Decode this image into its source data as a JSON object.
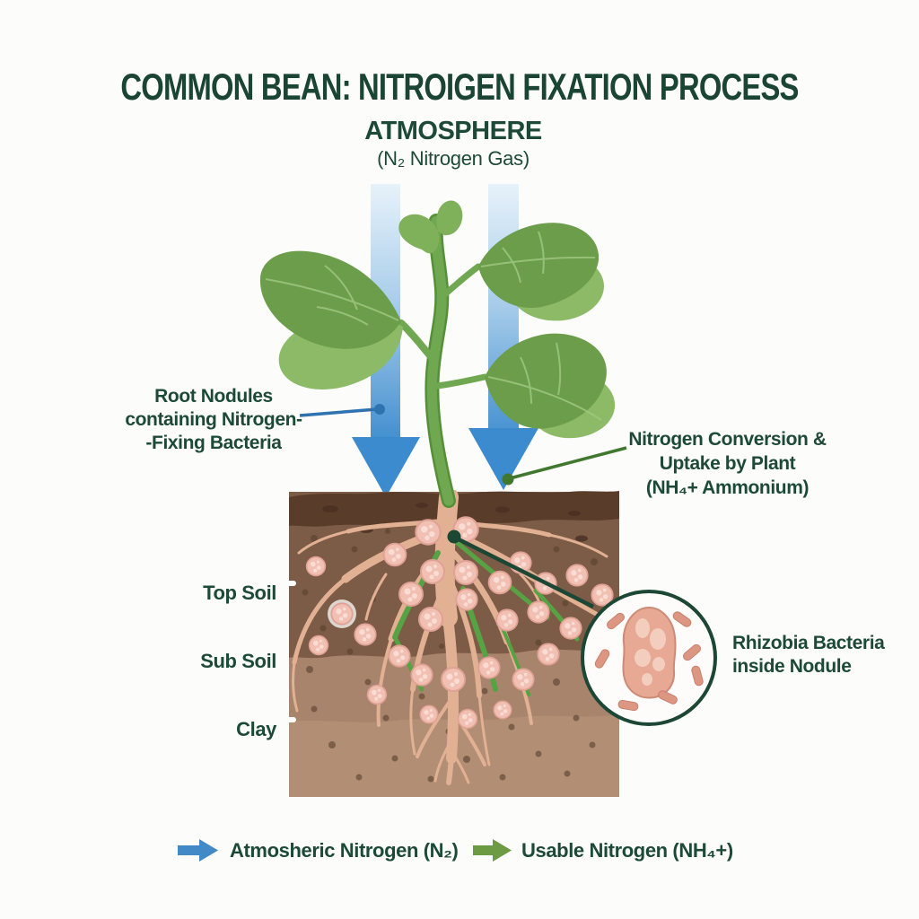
{
  "title": "COMMON BEAN: NITROIGEN FIXATION PROCESS",
  "atmosphere": {
    "heading": "ATMOSPHERE",
    "subheading": "(N₂ Nitrogen Gas)"
  },
  "callouts": {
    "root_nodules": {
      "lines": [
        "Root Nodules",
        "containing Nitrogen-",
        "-Fixing Bacteria"
      ]
    },
    "nitrogen_conversion": {
      "lines": [
        "Nitrogen Conversion &",
        "Uptake by Plant",
        "(NH₄+ Ammonium)"
      ]
    },
    "rhizobia": {
      "lines": [
        "Rhizobia Bacteria",
        "inside Nodule"
      ]
    }
  },
  "soil_layers": [
    {
      "label": "Top Soil"
    },
    {
      "label": "Sub Soil"
    },
    {
      "label": "Clay"
    }
  ],
  "legend": {
    "items": [
      {
        "label": "Atmosheric Nitrogen (N₂)",
        "icon": "blue-right-arrow-icon",
        "color": "#4189c7"
      },
      {
        "label": "Usable Nitrogen (NH₄+)",
        "icon": "green-right-arrow-icon",
        "color": "#6d9b43"
      }
    ]
  },
  "colors": {
    "background": "#fcfcfa",
    "text_green": "#1d4a38",
    "atmospheric_arrow_blue": "#3c8bce",
    "usable_nitrogen_green": "#57a344",
    "legend_green": "#6d9b43",
    "callout_blue": "#2e73b0",
    "magnifier_dark_green": "#1c4734",
    "topsoil_brown": "#7c5c46",
    "surface_band_brown": "#5a3c2b",
    "subsoil_brown": "#a8846c",
    "clay_brown": "#b18e74",
    "root_salmon": "#e2b092",
    "nodule_pink": "#f1c0b3",
    "bacteria_rod_pink": "#dd9681",
    "leaf_green_dark": "#6b9d4a",
    "leaf_green_light": "#8cba67"
  }
}
